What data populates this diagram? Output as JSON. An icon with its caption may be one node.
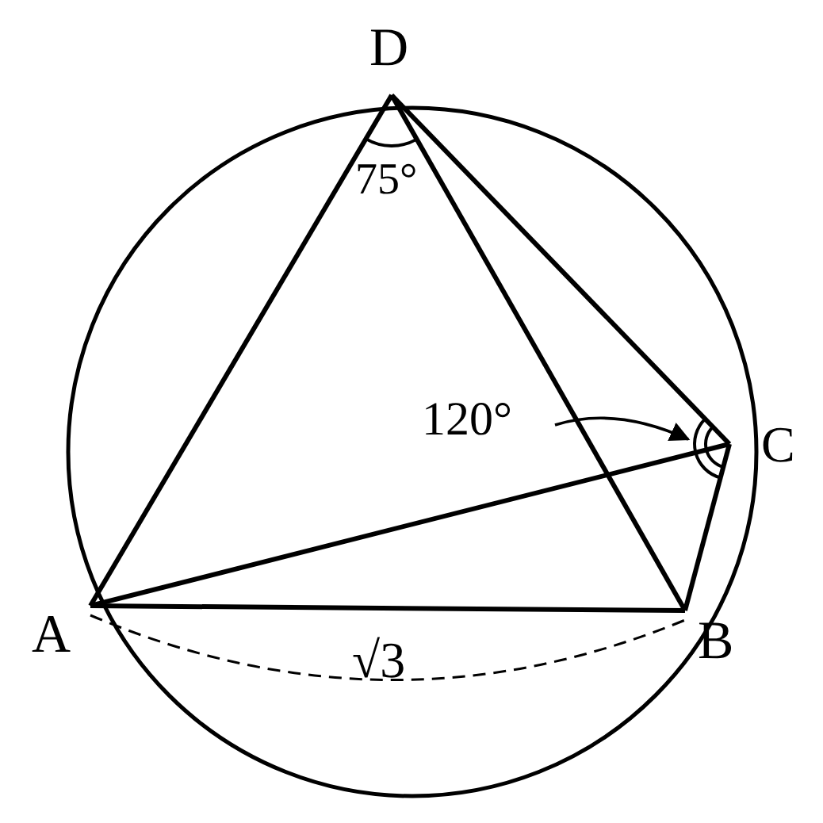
{
  "diagram": {
    "nodes": [
      {
        "text": [
          "120°"
        ]
      },
      {
        "text": [],
        "shape": "arc"
      }
    ],
    "edges": [
      {
        "from": 0,
        "to": 1,
        "arrow": "to"
      }
    ],
    "labels": [
      "D",
      "75°",
      "C",
      "A",
      "√3",
      "B"
    ]
  }
}
